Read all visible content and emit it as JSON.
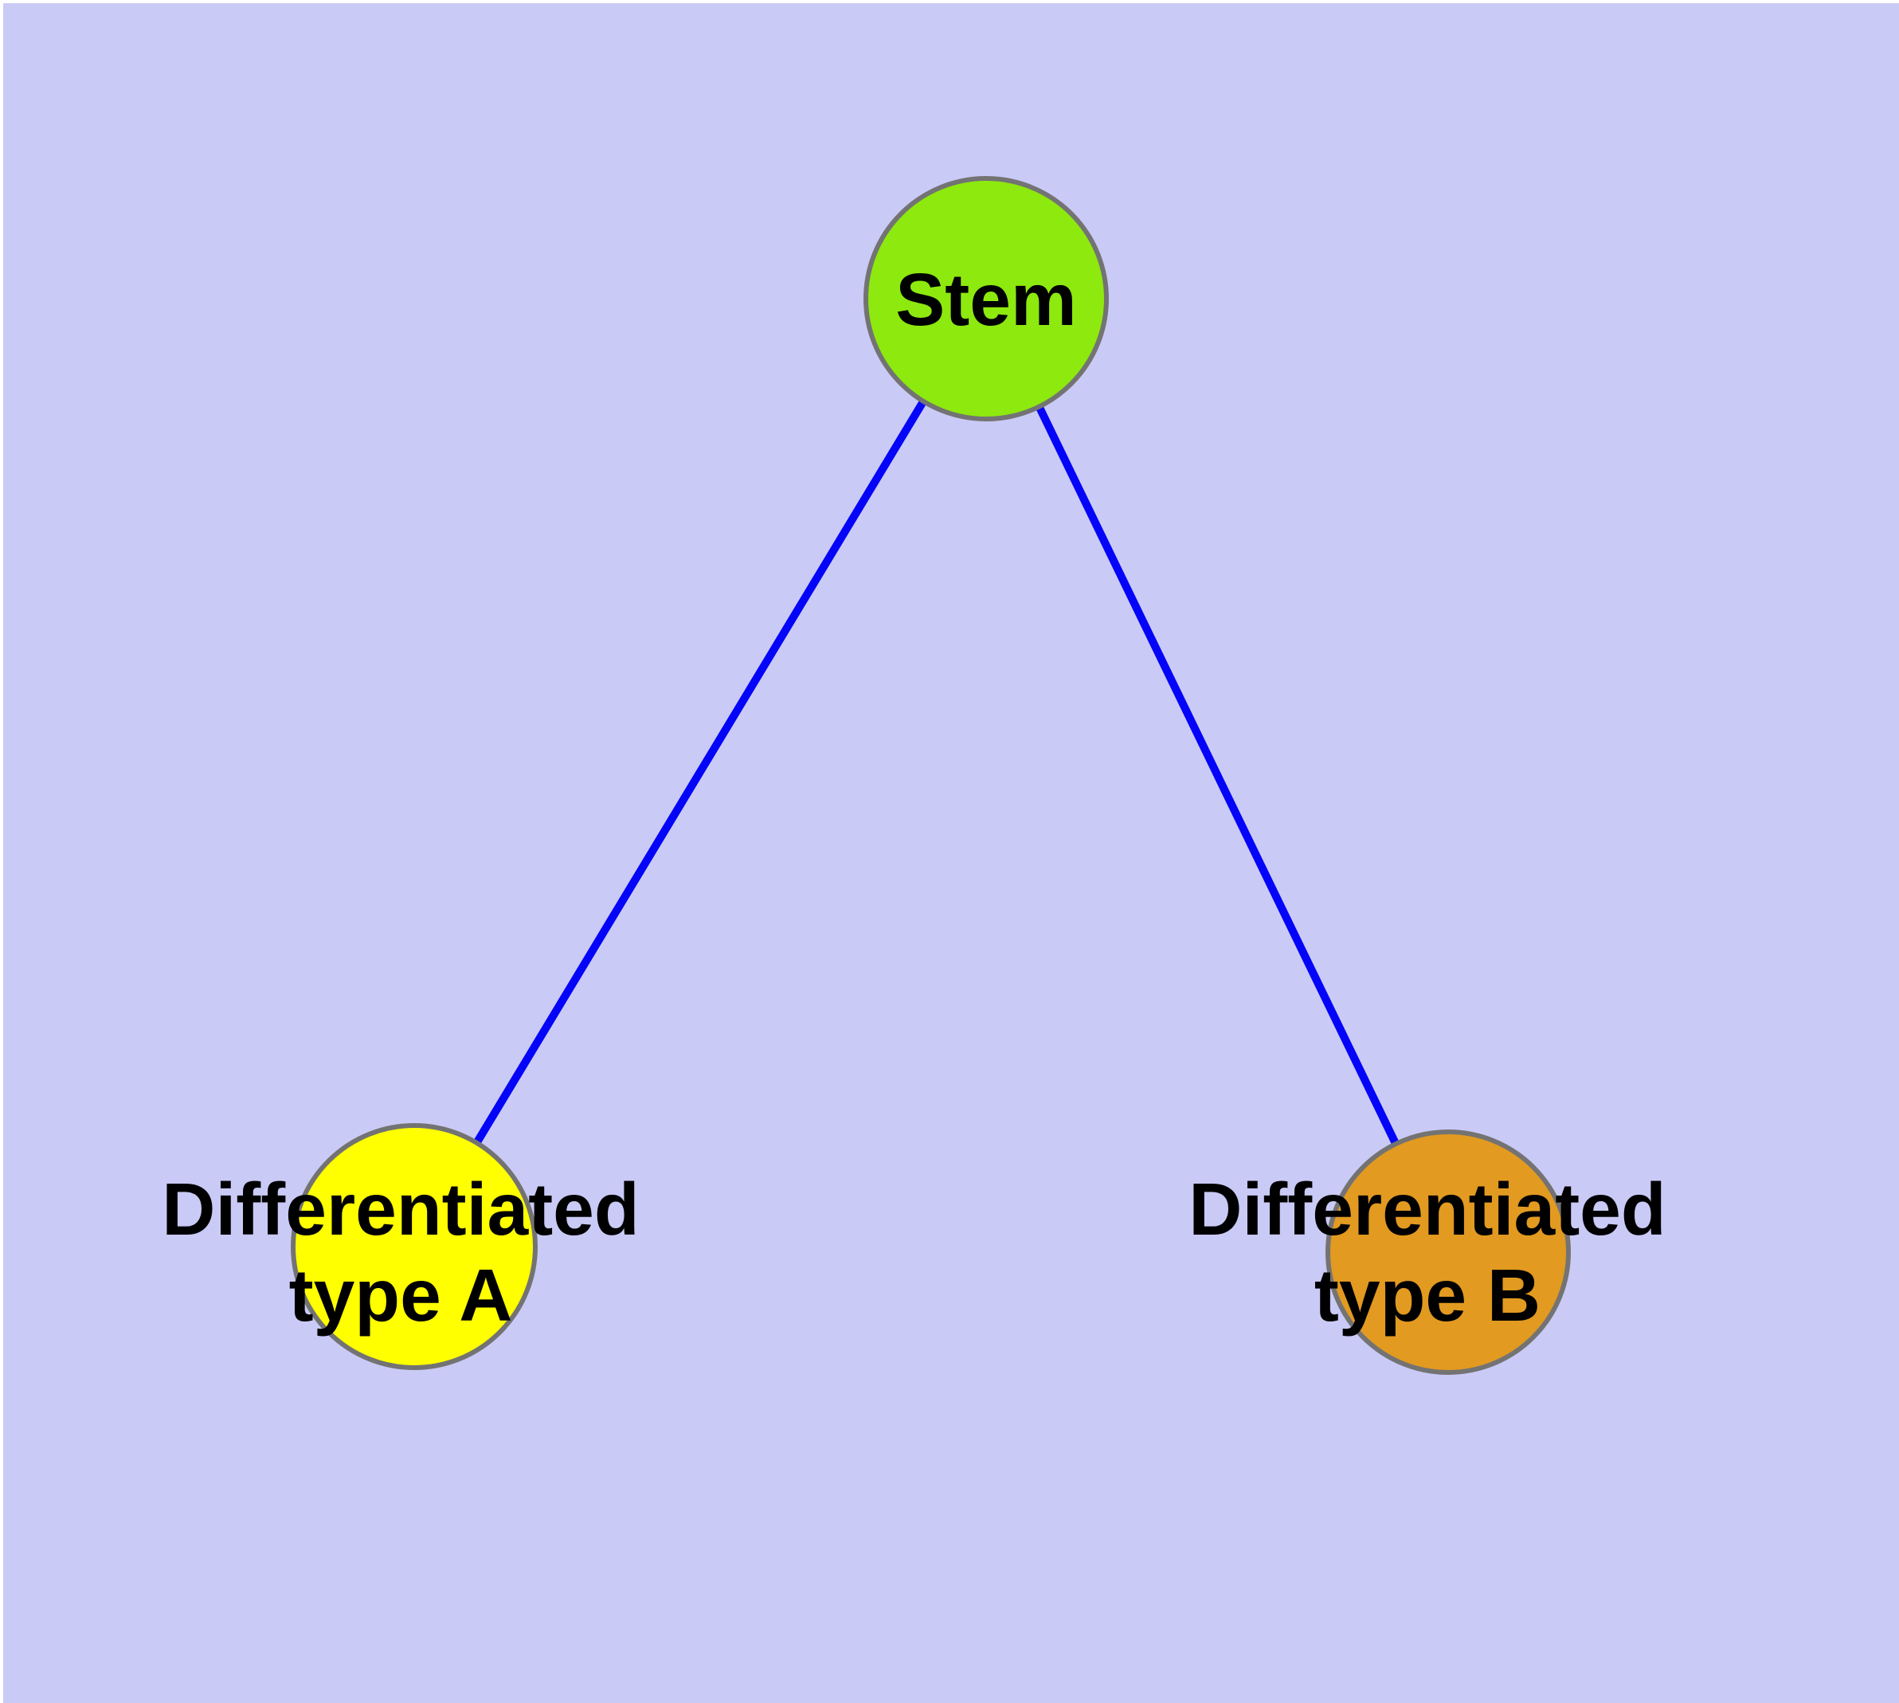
{
  "diagram": {
    "description": "Stem cell differentiation graph",
    "page_margin_color": "#FFFFFF",
    "background_color": "#CACAF6",
    "text_color": "#000000",
    "node_border_color": "#737373",
    "edge_color": "#0404F8",
    "nodes": [
      {
        "id": "stem",
        "label": "Stem",
        "fill": "#8DE90E"
      },
      {
        "id": "differentiated-type-a",
        "label": "Differentiated type A",
        "line1": "Differentiated",
        "line2": "type A",
        "fill": "#FFFF00"
      },
      {
        "id": "differentiated-type-b",
        "label": "Differentiated type B",
        "line1": "Differentiated",
        "line2": "type B",
        "fill": "#E29A20"
      }
    ],
    "edges": [
      {
        "from": "stem",
        "to": "differentiated-type-a"
      },
      {
        "from": "stem",
        "to": "differentiated-type-b"
      }
    ]
  }
}
